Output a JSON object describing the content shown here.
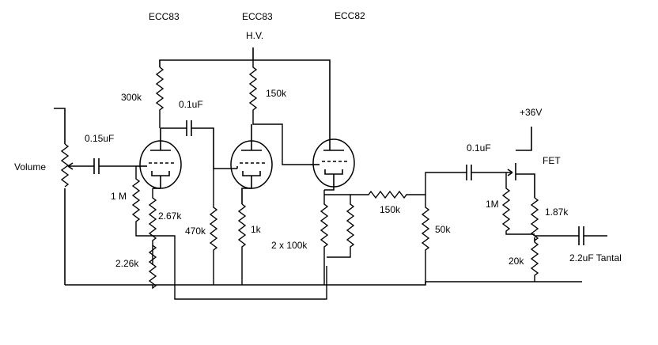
{
  "tubes": [
    "ECC83",
    "ECC83",
    "ECC82"
  ],
  "supply": {
    "hv": "H.V.",
    "v36": "+36V"
  },
  "fet_label": "FET",
  "input_label": "Volume",
  "output_label": "2.2uF Tantal",
  "components": {
    "c_in": "0.15uF",
    "r_grid1": "1 M",
    "r_plate1": "300k",
    "c_couple1": "0.1uF",
    "r_cathode1": "2.67k",
    "r_cathode_bottom": "2.26k",
    "r_grid2": "470k",
    "r_plate2": "150k",
    "r_cathode2": "1k",
    "r_load3": "2 x 100k",
    "r_series": "150k",
    "r_shunt": "50k",
    "c_couple2": "0.1uF",
    "r_fet_gate": "1M",
    "r_fet_source": "1.87k",
    "r_fet_bottom": "20k"
  },
  "colors": {
    "ink": "#000000",
    "paper": "#ffffff"
  }
}
